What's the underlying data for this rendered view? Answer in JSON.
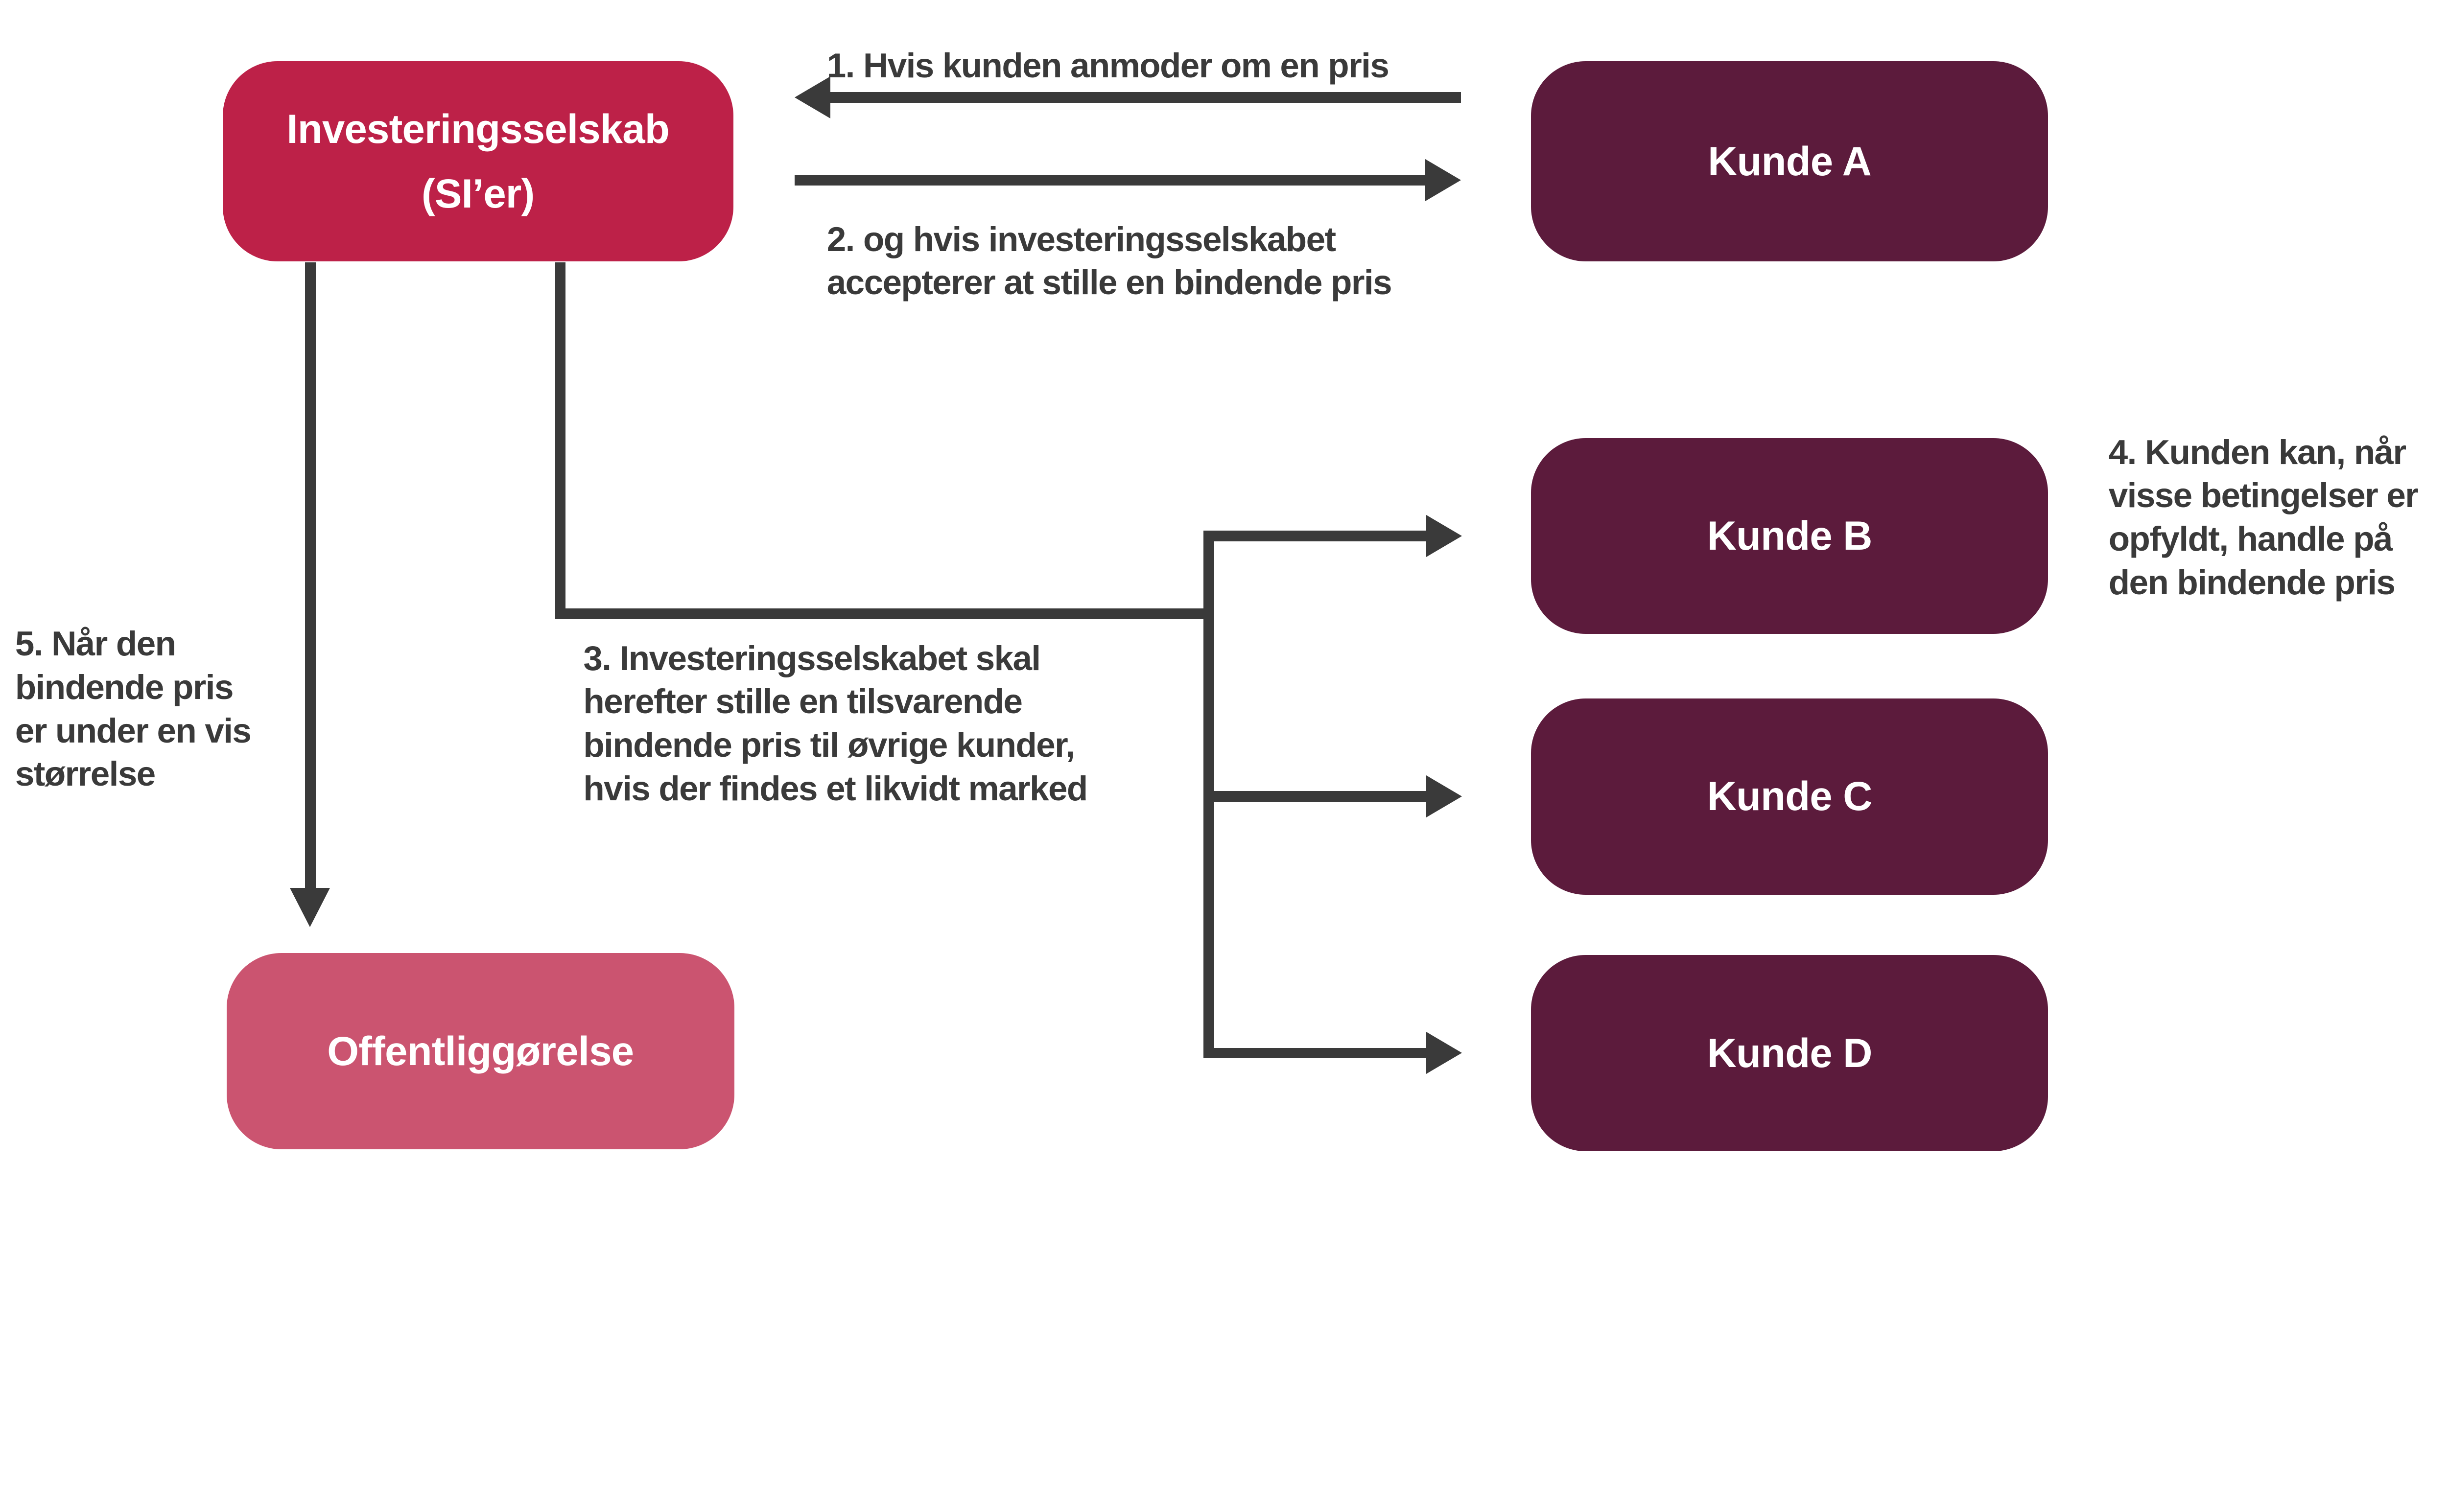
{
  "nodes": {
    "investment_firm": {
      "line1": "Investeringsselskab",
      "line2": "(SI’er)"
    },
    "customer_a": {
      "label": "Kunde A"
    },
    "customer_b": {
      "label": "Kunde B"
    },
    "customer_c": {
      "label": "Kunde C"
    },
    "customer_d": {
      "label": "Kunde D"
    },
    "publication": {
      "label": "Offentliggørelse"
    }
  },
  "annotations": {
    "step1": {
      "lines": [
        "1. Hvis kunden anmoder om en pris"
      ]
    },
    "step2": {
      "lines": [
        "2. og hvis investeringsselskabet",
        "accepterer at stille en bindende pris"
      ]
    },
    "step3": {
      "lines": [
        "3. Investeringsselskabet skal",
        "herefter stille en tilsvarende",
        "bindende pris til øvrige kunder,",
        "hvis der findes et likvidt marked"
      ]
    },
    "step4": {
      "lines": [
        "4. Kunden kan, når",
        "visse betingelser er",
        "opfyldt, handle på",
        "den bindende pris"
      ]
    },
    "step5": {
      "lines": [
        "5. Når den",
        "bindende pris",
        "er under en vis",
        "størrelse"
      ]
    }
  },
  "colors": {
    "crimson": "#BD2148",
    "plum": "#5C1B3C",
    "rose": "#CB5470",
    "ink": "#3A3A3A",
    "background": "#FFFFFF"
  }
}
